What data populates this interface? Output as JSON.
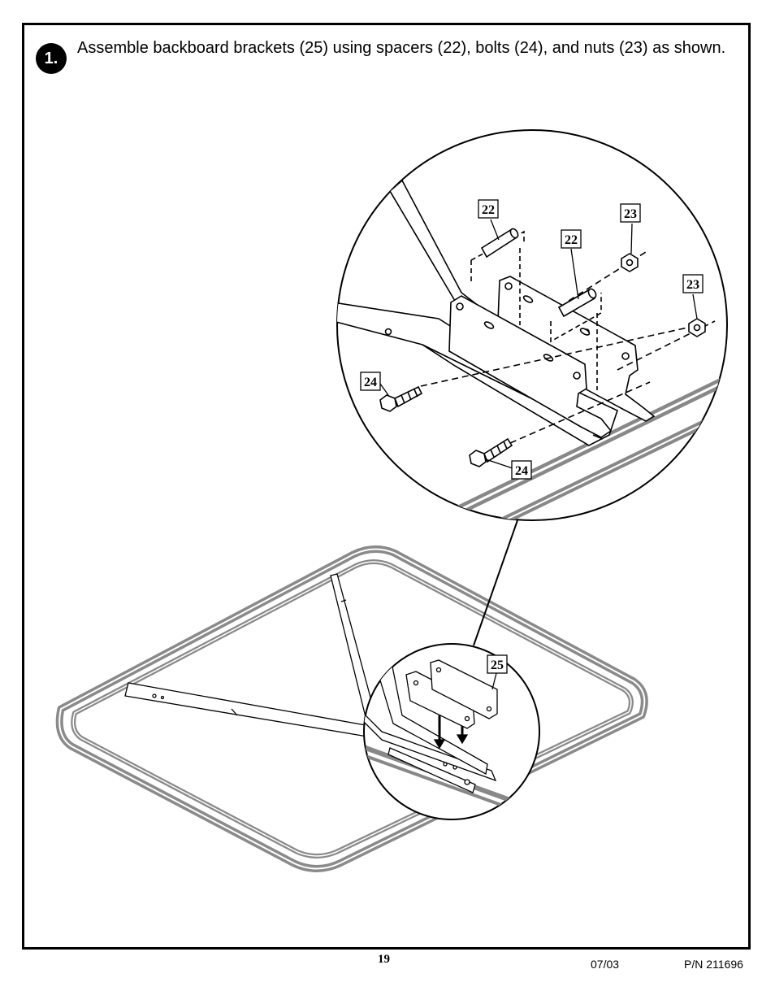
{
  "step": {
    "number": "1.",
    "text": "Assemble backboard brackets (25) using spacers (22), bolts (24), and nuts (23) as shown."
  },
  "callouts": {
    "spacer_a": "22",
    "spacer_b": "22",
    "nut_a": "23",
    "nut_b": "23",
    "bolt_a": "24",
    "bolt_b": "24",
    "bracket": "25"
  },
  "footer": {
    "page_number": "19",
    "date": "07/03",
    "part_number": "P/N 211696"
  }
}
